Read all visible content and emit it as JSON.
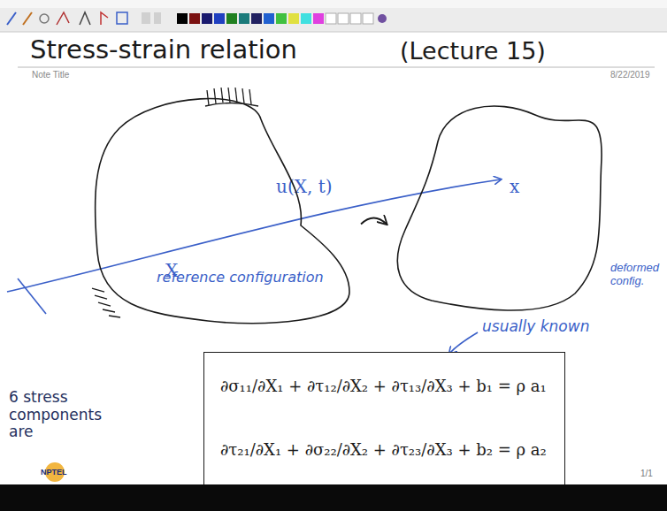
{
  "diagram": {
    "title": "Stress-strain relation",
    "nodes": [
      {
        "text": [
          "X",
          "reference configuration"
        ]
      },
      {
        "text": [
          "x",
          "deformed config."
        ]
      },
      {
        "text": [
          "∂σ₁₁/∂X₁ + ∂τ₁₂/∂X₂ + ∂τ₁₃/∂X₃ + b₁ = ρ a₁",
          "∂τ₂₁/∂X₁ + ∂σ₂₂/∂X₂ + ∂τ₂₃/∂X₃ + b₂ = ρ a₂"
        ]
      }
    ],
    "edges": [
      {
        "from": 0,
        "to": 1,
        "arrow": "to"
      }
    ],
    "labels": [
      "(Lecture 15)",
      "Note Title",
      "8/22/2019",
      "u(X, t)",
      "usually known",
      "6 stress components are",
      "NPTEL",
      "1/1"
    ]
  }
}
